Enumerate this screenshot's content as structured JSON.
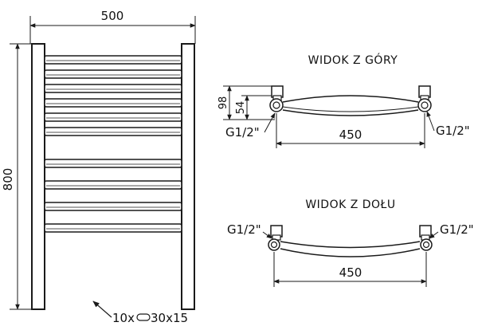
{
  "front_view": {
    "width_label": "500",
    "height_label": "800",
    "bars_label": "10x",
    "bars_size_label": "30x15",
    "bar_count": 10
  },
  "top_view": {
    "title": "WIDOK Z GÓRY",
    "depth_outer_label": "98",
    "depth_inner_label": "54",
    "left_connection_label": "G1/2\"",
    "right_connection_label": "G1/2\"",
    "spacing_label": "450"
  },
  "bottom_view": {
    "title": "WIDOK Z DOŁU",
    "left_connection_label": "G1/2\"",
    "right_connection_label": "G1/2\"",
    "spacing_label": "450"
  }
}
